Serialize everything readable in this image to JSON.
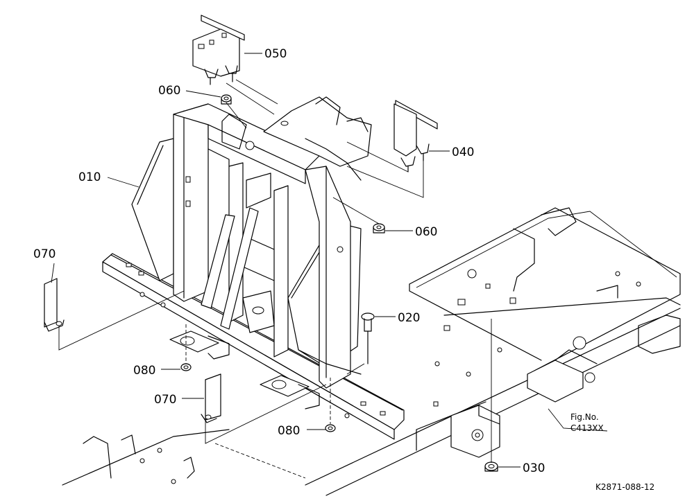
{
  "callouts": {
    "p010": "010",
    "p020": "020",
    "p030": "030",
    "p040": "040",
    "p050": "050",
    "p060a": "060",
    "p060b": "060",
    "p070a": "070",
    "p070b": "070",
    "p080a": "080",
    "p080b": "080"
  },
  "figref": {
    "line1": "Fig.No.",
    "line2": "C413XX"
  },
  "drawing_id": "K2871-088-12"
}
